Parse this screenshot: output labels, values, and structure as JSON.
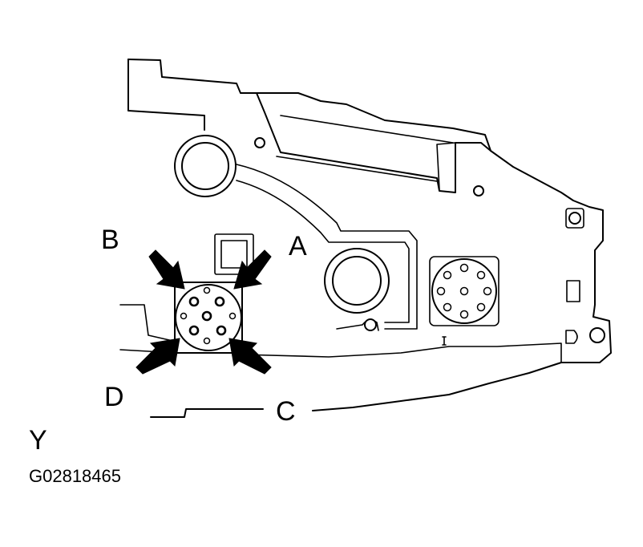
{
  "callouts": {
    "a": "A",
    "b": "B",
    "c": "C",
    "d": "D"
  },
  "view_label": "Y",
  "figure_code": "G02818465",
  "colors": {
    "line": "#000000",
    "background": "#ffffff"
  }
}
